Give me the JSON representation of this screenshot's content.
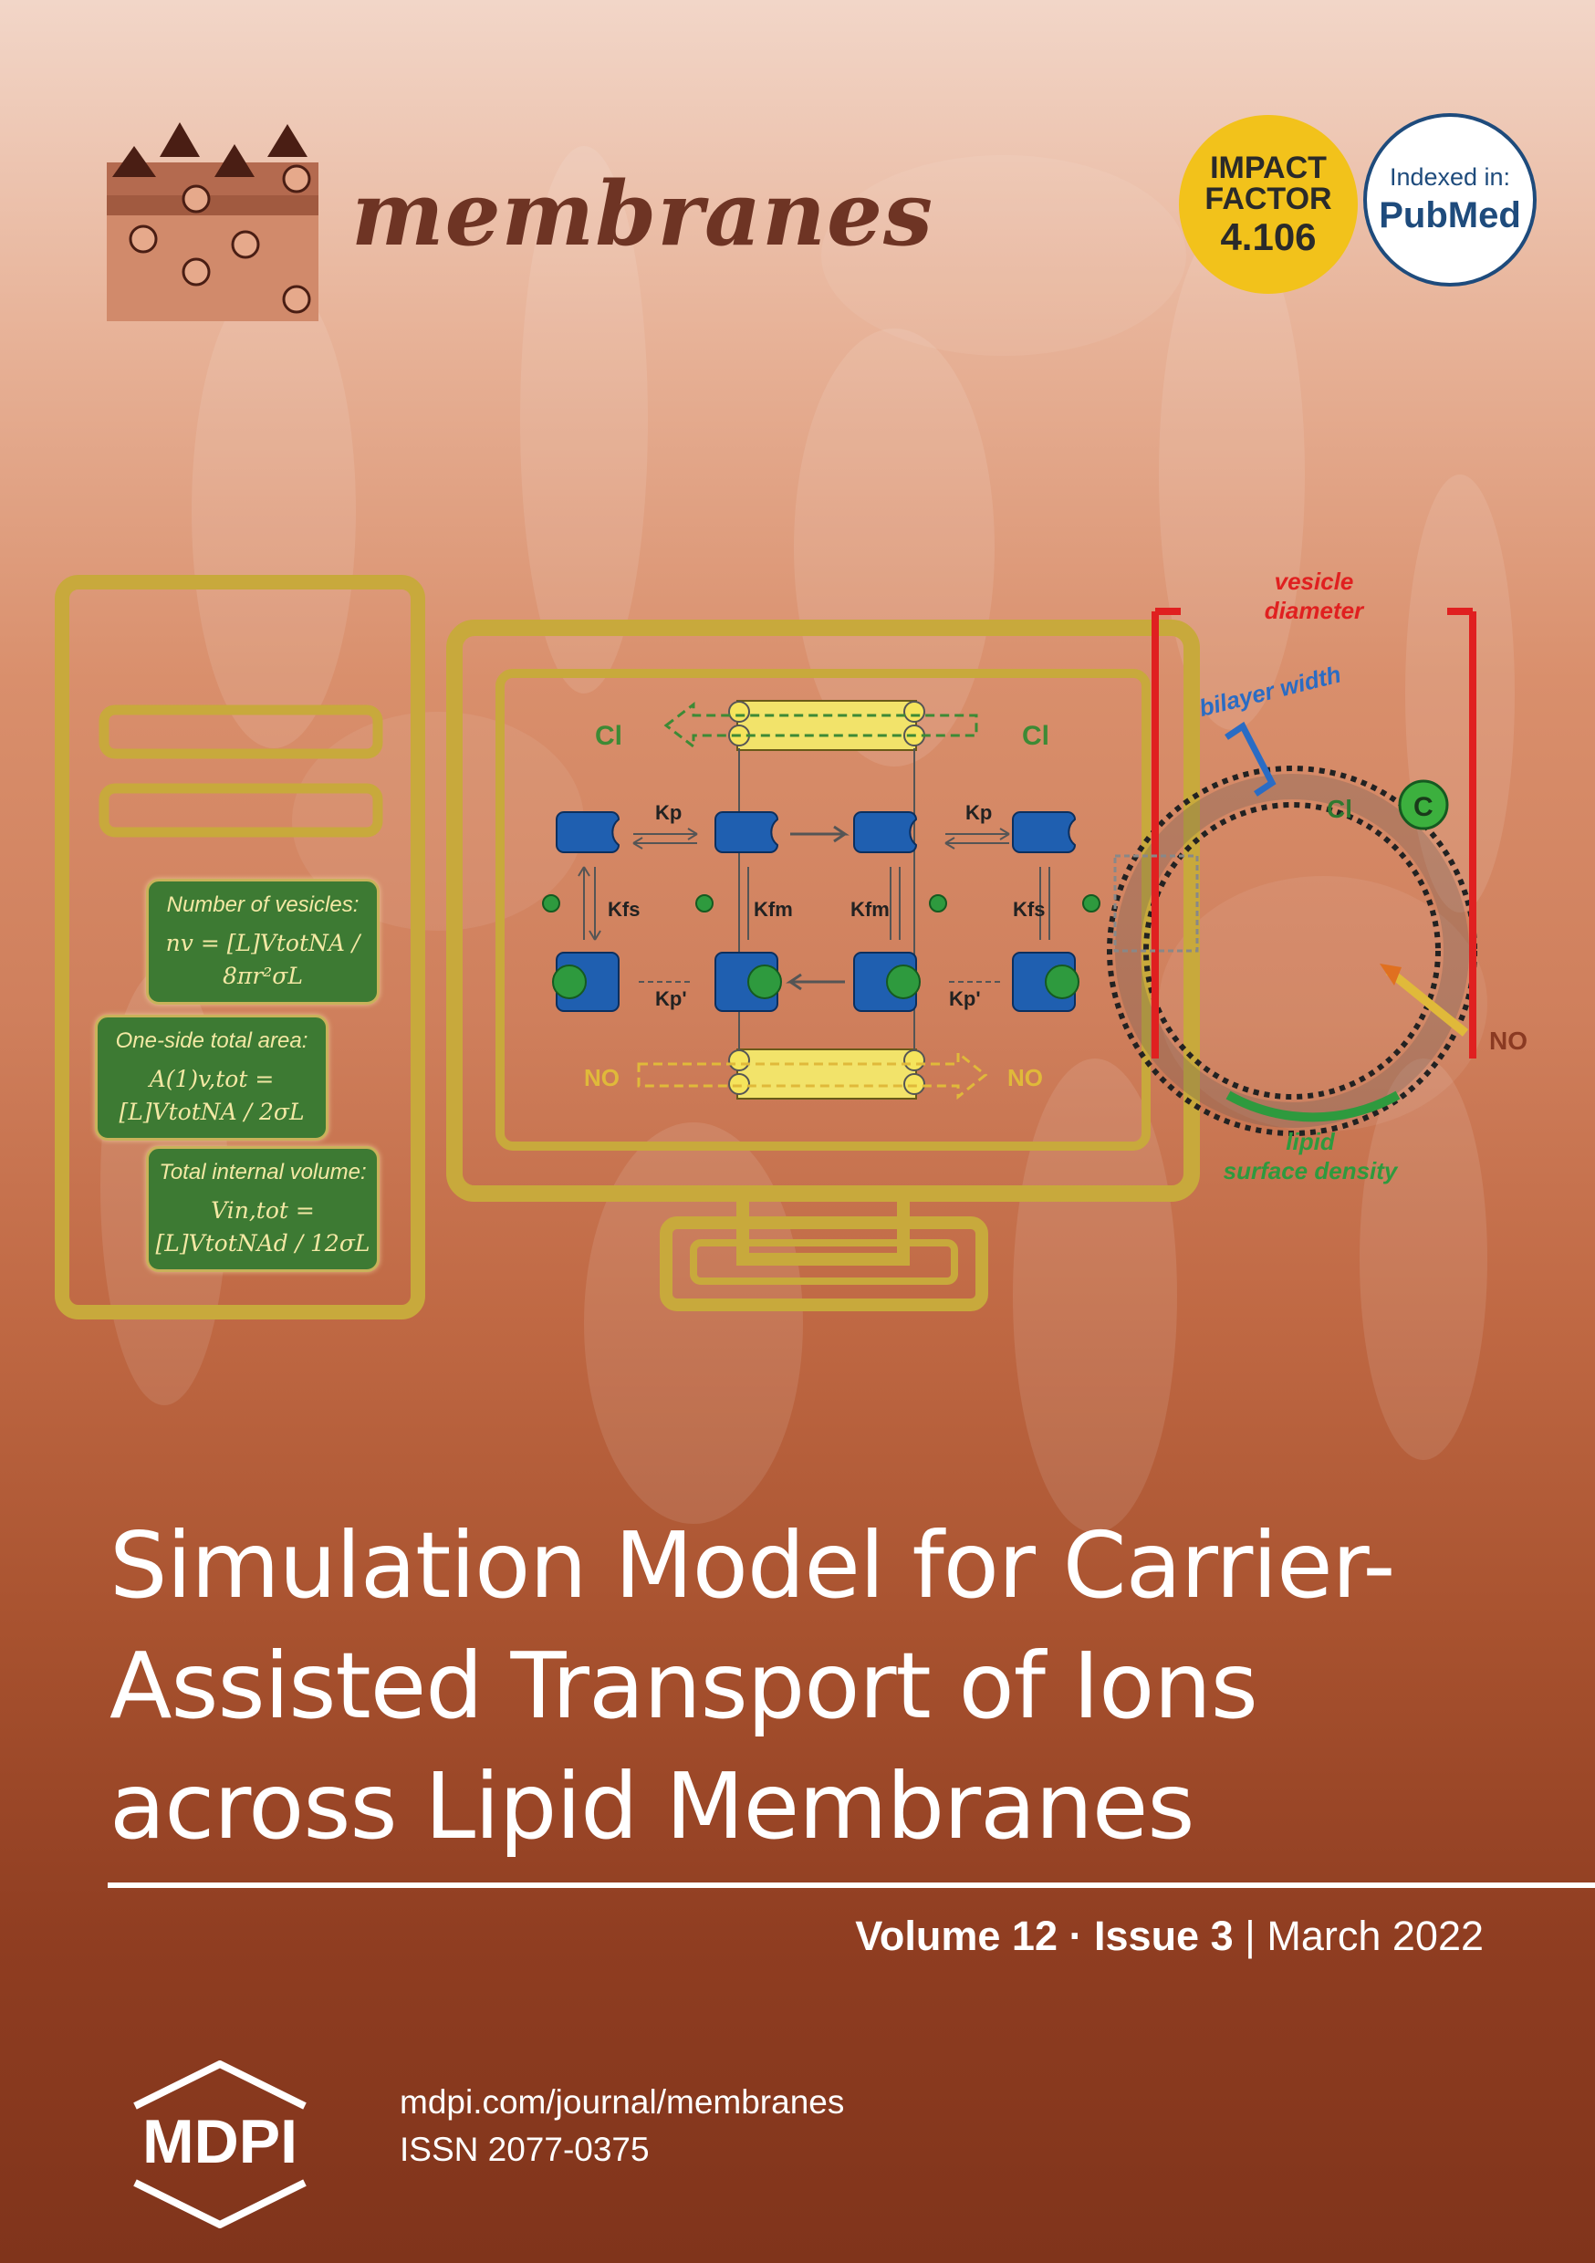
{
  "journal": {
    "name": "membranes",
    "impact_badge": {
      "line1": "IMPACT",
      "line2": "FACTOR",
      "value": "4.106"
    },
    "indexed_badge": {
      "line1": "Indexed in:",
      "line2": "PubMed"
    }
  },
  "figure": {
    "equations": [
      {
        "caption": "Number of vesicles:",
        "formula": "nv = [L]VtotNA / 8πr²σL"
      },
      {
        "caption": "One-side total area:",
        "formula": "A(1)v,tot = [L]VtotNA / 2σL"
      },
      {
        "caption": "Total internal volume:",
        "formula": "Vin,tot = [L]VtotNAd / 12σL"
      }
    ],
    "ions": {
      "chloride": "Cl",
      "nitrate": "NO",
      "carrier": "C"
    },
    "rate_constants": [
      "Kp",
      "Kfs",
      "Kfm",
      "Kp'"
    ],
    "vesicle_labels": {
      "diameter": [
        "vesicle",
        "diameter"
      ],
      "bilayer": "bilayer width",
      "density": [
        "lipid",
        "surface density"
      ]
    }
  },
  "article": {
    "title_lines": [
      "Simulation Model for Carrier-",
      "Assisted Transport of Ions",
      "across Lipid Membranes"
    ]
  },
  "issue": {
    "volume": "Volume 12",
    "sep": "·",
    "issue": "Issue 3",
    "bar": "|",
    "date": "March 2022"
  },
  "publisher": {
    "name": "MDPI",
    "url": "mdpi.com/journal/membranes",
    "issn": "ISSN 2077-0375"
  },
  "colors": {
    "accent_title": "#6e3424",
    "frame_gold": "#c8a93c",
    "carrier_blue": "#1f5fb0",
    "ion_green": "#2e9a3e",
    "nitrate_gold": "#e0b93a",
    "label_red": "#e02020"
  }
}
